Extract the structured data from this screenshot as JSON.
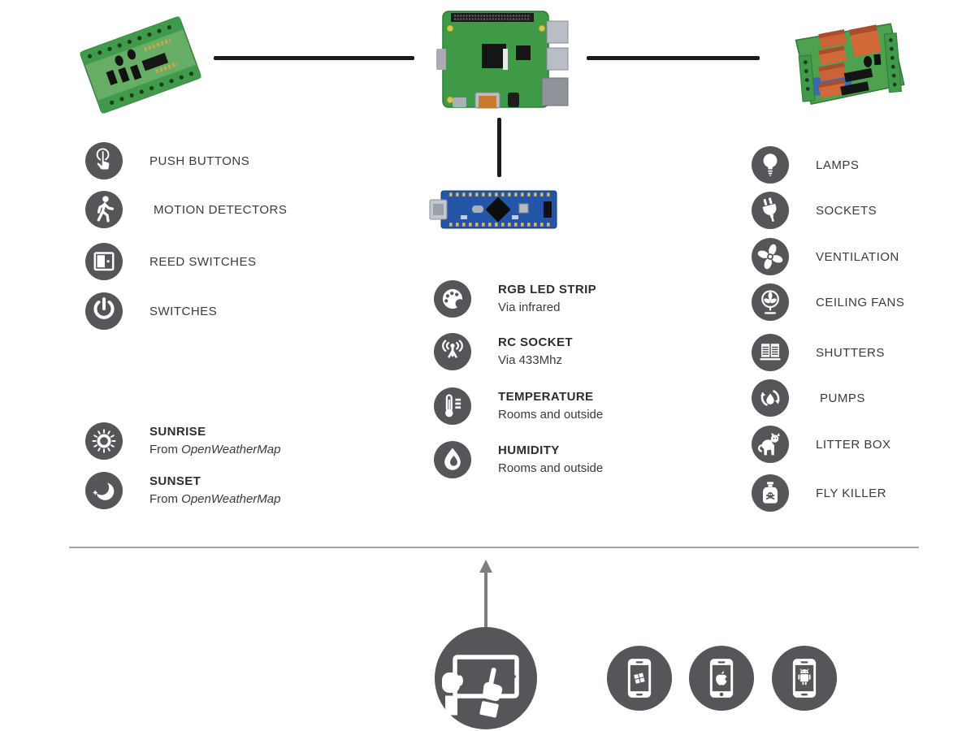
{
  "colors": {
    "icon_bg": "#54565a",
    "text": "#3a3a3c",
    "connector": "#1b1b1b",
    "divider": "#a5a5a5",
    "arrow": "#7e7e7e",
    "pcb_green": "#3f9b49",
    "relay_orange": "#cb6336",
    "arduino_blue": "#2456a8"
  },
  "hardware": {
    "input_board": "input-terminal-board-photo",
    "controller": "raspberry-pi-photo",
    "relay_board": "relay-output-board-photo",
    "microcontroller": "arduino-nano-photo"
  },
  "inputs": {
    "items": [
      {
        "icon": "push-button-icon",
        "label": "PUSH BUTTONS"
      },
      {
        "icon": "motion-detector-icon",
        "label": "MOTION DETECTORS"
      },
      {
        "icon": "reed-switch-icon",
        "label": "REED SWITCHES"
      },
      {
        "icon": "power-switch-icon",
        "label": "SWITCHES"
      }
    ],
    "events": [
      {
        "icon": "sunrise-icon",
        "title": "SUNRISE",
        "source_prefix": "From",
        "source": "OpenWeatherMap"
      },
      {
        "icon": "sunset-icon",
        "title": "SUNSET",
        "source_prefix": "From",
        "source": "OpenWeatherMap"
      }
    ]
  },
  "wireless": {
    "items": [
      {
        "icon": "rgb-palette-icon",
        "title": "RGB LED STRIP",
        "subtitle": "Via infrared"
      },
      {
        "icon": "rc-antenna-icon",
        "title": "RC SOCKET",
        "subtitle": "Via 433Mhz"
      },
      {
        "icon": "thermometer-icon",
        "title": "TEMPERATURE",
        "subtitle": "Rooms and outside"
      },
      {
        "icon": "humidity-drop-icon",
        "title": "HUMIDITY",
        "subtitle": "Rooms and outside"
      }
    ]
  },
  "outputs": {
    "items": [
      {
        "icon": "lamp-icon",
        "label": "LAMPS"
      },
      {
        "icon": "plug-icon",
        "label": "SOCKETS"
      },
      {
        "icon": "fan-blades-icon",
        "label": "VENTILATION"
      },
      {
        "icon": "desk-fan-icon",
        "label": "CEILING FANS"
      },
      {
        "icon": "shutters-icon",
        "label": "SHUTTERS"
      },
      {
        "icon": "pump-icon",
        "label": "PUMPS"
      },
      {
        "icon": "cat-icon",
        "label": "LITTER BOX"
      },
      {
        "icon": "poison-bottle-icon",
        "label": "FLY KILLER"
      }
    ]
  },
  "clients": {
    "devices": [
      "tablet",
      "windows-phone",
      "iphone",
      "android-phone"
    ]
  }
}
